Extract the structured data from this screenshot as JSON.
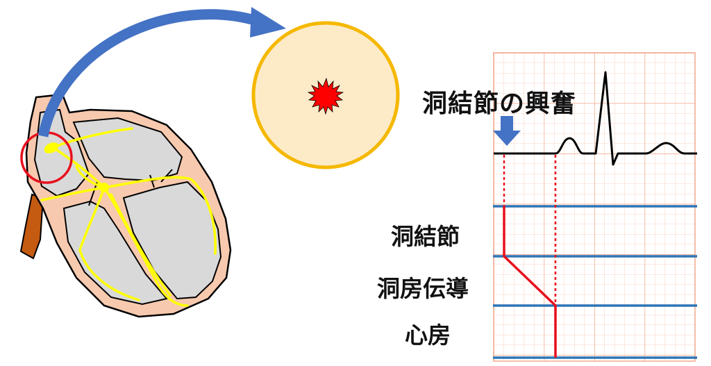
{
  "title": "洞結節の興奮",
  "rows": [
    "洞結節",
    "洞房伝導",
    "心房"
  ],
  "colors": {
    "arrow": "#4472C4",
    "highlight_circle": "#E8101E",
    "zoom_fill": "#FDEBC8",
    "zoom_stroke": "#F5B800",
    "spark": "#FF0000",
    "conduction": "#FFFF00",
    "heart_wall": "#F7C9AE",
    "chamber": "#D9D9D9",
    "vein": "#C55A11",
    "ecg_grid": "#F7B49A",
    "ecg_trace": "#000000",
    "lane_lines": "#2E75B6",
    "timing": "#E8101E"
  },
  "icons": [
    "blue-curved-arrow-icon",
    "down-arrow-icon",
    "starburst-icon"
  ]
}
